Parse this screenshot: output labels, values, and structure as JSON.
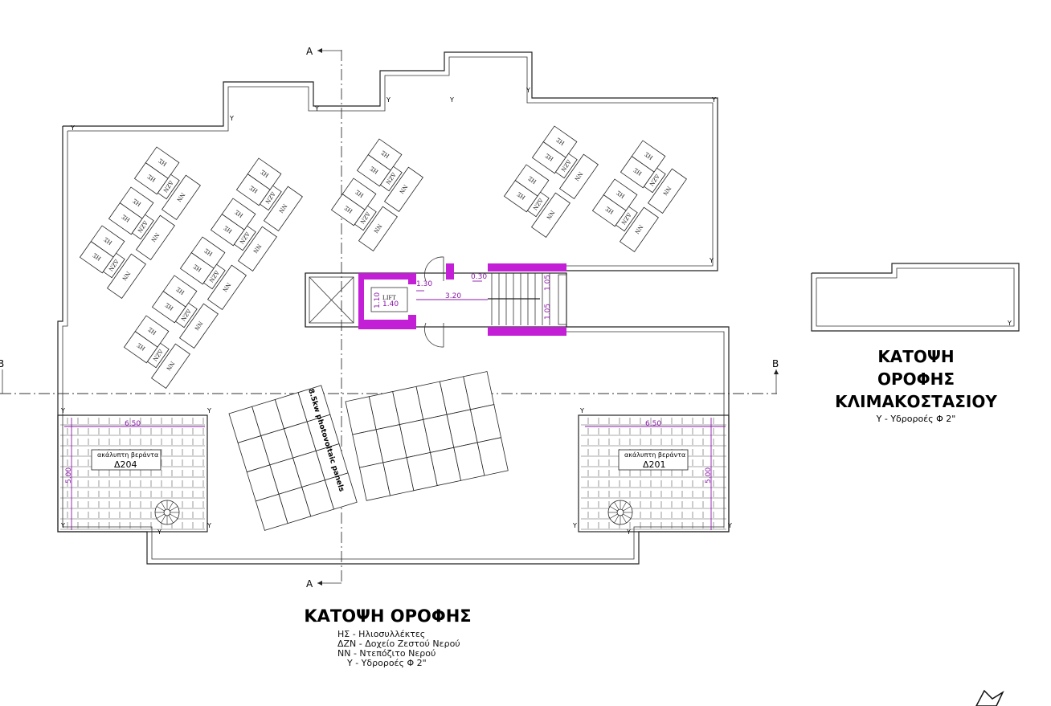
{
  "main_title": "ΚΑΤΟΨΗ  ΟΡΟΦΗΣ",
  "legend": [
    "ΗΣ - Ηλιοσυλλέκτες",
    "ΔΖΝ - Δοχείο Ζεστού Νερού",
    "ΝΝ - Ντεπόζιτο Νερού",
    "Υ - Υδρορoές Φ 2\""
  ],
  "stair_title": [
    "ΚΑΤΟΨΗ",
    "ΟΡΟΦΗΣ",
    "ΚΛΙΜΑΚΟΣΤΑΣΙΟΥ"
  ],
  "stair_legend": "Υ - Υδρορoές Φ 2\"",
  "section_labels": {
    "a": "A",
    "b": "B"
  },
  "unit_labels": {
    "collector": "ΗΣ",
    "tank": "ΔΖΝ",
    "reservoir": "ΝΝ"
  },
  "drain_label": "Y",
  "lift_label": "LIFT",
  "pv_label": "8.5kw photovoltaic panels",
  "dimensions": {
    "d130": "1.30",
    "d030": "0.30",
    "d320": "3.20",
    "d105a": "1.05",
    "d105b": "1.05",
    "d110": "1.10",
    "d140": "1.40",
    "v_width": "6.50",
    "v_depth": "5.00"
  },
  "verandas": [
    {
      "label": "ακάλυπτη βεράντα",
      "code": "Δ204"
    },
    {
      "label": "ακάλυπτη βεράντα",
      "code": "Δ201"
    }
  ],
  "colors": {
    "wall": "#c21fd6",
    "dimension": "#8a1aa8"
  }
}
